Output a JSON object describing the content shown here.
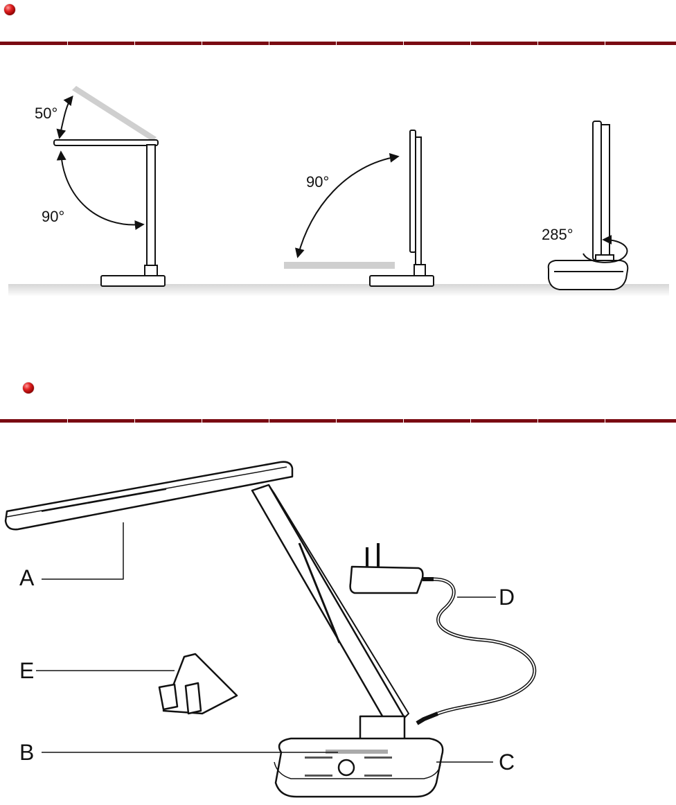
{
  "section1": {
    "angles": {
      "tilt_head": "50°",
      "arm_lower": "90°",
      "fold": "90°",
      "rotate": "285°"
    }
  },
  "section2": {
    "callouts": {
      "a": "A",
      "b": "B",
      "c": "C",
      "d": "D",
      "e": "E"
    }
  },
  "colors": {
    "accent": "#7a0a12",
    "bullet": "#c01010",
    "line": "#111111",
    "ghost": "#cfcfcf"
  }
}
